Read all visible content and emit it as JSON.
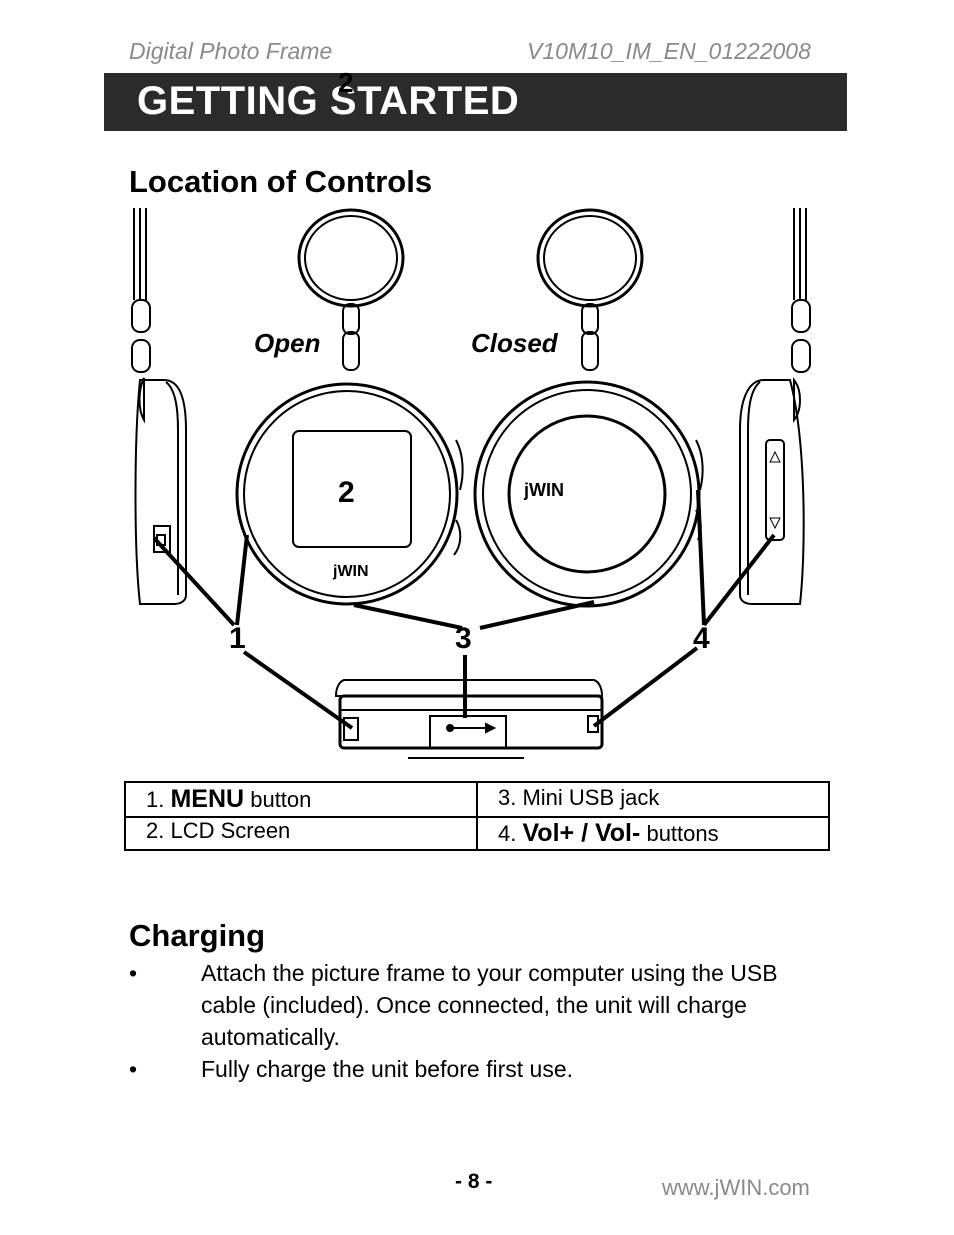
{
  "header": {
    "left": "Digital Photo Frame",
    "right": "V10M10_IM_EN_01222008"
  },
  "banner": {
    "number": "2",
    "title": "GETTING STARTED"
  },
  "controls": {
    "heading": "Location of Controls",
    "labels": {
      "open": "Open",
      "closed": "Closed"
    },
    "lcd_label": "2",
    "brand_open": "jWIN",
    "brand_closed": "jWIN",
    "callouts": [
      "1",
      "3",
      "4"
    ],
    "table": [
      [
        {
          "num": "1.",
          "bold": "MENU",
          "rest": "button"
        },
        {
          "num": "",
          "bold": "",
          "rest": "3. Mini USB jack"
        }
      ],
      [
        {
          "num": "",
          "bold": "",
          "rest": "2. LCD Screen"
        },
        {
          "num": "4.",
          "bold": "Vol+ / Vol-",
          "rest": "buttons"
        }
      ]
    ]
  },
  "charging": {
    "heading": "Charging",
    "bullet_symbol": "•",
    "bullets": [
      "Attach the picture frame to your computer using the USB cable (included). Once connected, the unit will charge automatically.",
      "Fully charge the unit before first use."
    ]
  },
  "footer": {
    "page": "- 8 -",
    "url": "www.jWIN.com"
  }
}
